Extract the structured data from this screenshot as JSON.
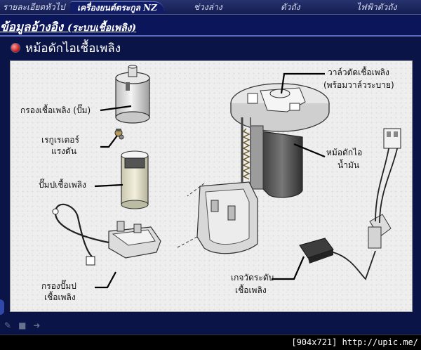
{
  "nav": {
    "tabs": [
      {
        "label": "รายละเอียดหัวไป"
      },
      {
        "label": "เครื่องยนต์ตระกูล NZ"
      },
      {
        "label": "ช่วงล่าง"
      },
      {
        "label": "ตัวถัง"
      },
      {
        "label": "ไฟฟ้าตัวถัง"
      }
    ],
    "active_index": 1
  },
  "section": {
    "title": "ข้อมูลอ้างอิง",
    "subtitle": "(ระบบเชื้อเพลิง)"
  },
  "heading": "หม้อดักไอเชื้อเพลิง",
  "diagram": {
    "labels": {
      "fuel_filter": "กรองเชื้อเพลิง (ปั๊ม)",
      "regulator_1": "เรกูเรเตอร์",
      "regulator_2": "แรงดัน",
      "fuel_pump": "ปั๊มปเชื้อเพลิง",
      "pump_filter_1": "กรองปั๊มป",
      "pump_filter_2": "เชื้อเพลิง",
      "cutoff_valve_1": "วาล์วตัดเชื้อเพลิง",
      "cutoff_valve_2": "(พร้อมวาล์วระบาย)",
      "vapor_trap_1": "หม้อดักไอ",
      "vapor_trap_2": "น้ำมัน",
      "fuel_gauge_1": "เกจวัดระดับ",
      "fuel_gauge_2": "เชื้อเพลิง"
    }
  },
  "footer": {
    "image_size": "[904x721]",
    "url": "http://upic.me/"
  },
  "colors": {
    "page_bg": "#0a1446",
    "nav_active": "#101c68",
    "rule": "#5a6bc2",
    "bullet": "#c21616",
    "panel_bg": "#eeeeee"
  }
}
